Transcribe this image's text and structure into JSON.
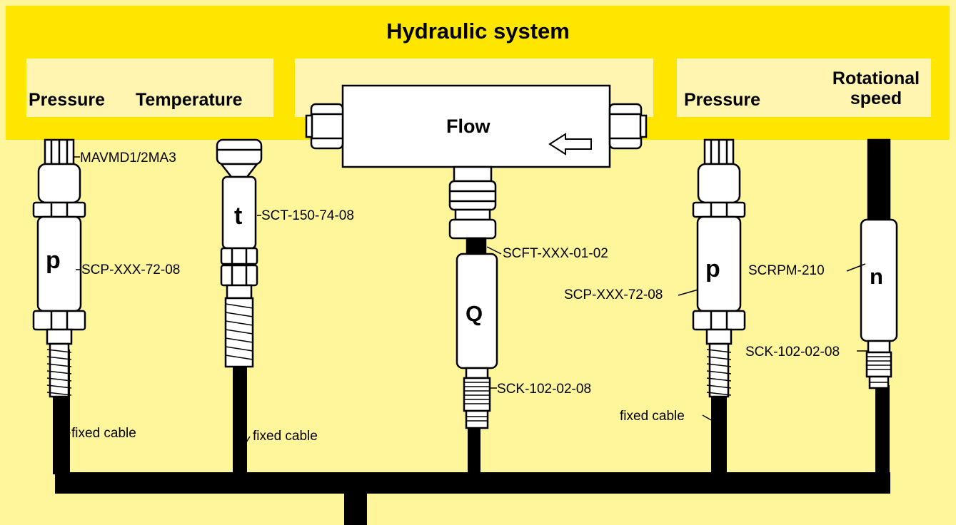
{
  "colors": {
    "banner": "#FFE600",
    "background": "#FFF59A",
    "panel": "#FFF5B0",
    "cable": "#000000",
    "sensor_body": "#ffffff"
  },
  "header": {
    "title": "Hydraulic system"
  },
  "panels": {
    "left": {
      "label_pressure": "Pressure",
      "label_temperature": "Temperature"
    },
    "center": {
      "label_flow": "Flow"
    },
    "right": {
      "label_pressure": "Pressure",
      "label_rotational": "Rotational",
      "label_speed": "speed"
    }
  },
  "sensors": {
    "pressure_left": {
      "symbol": "p",
      "adapter": "MAVMD1/2MA3",
      "part": "SCP-XXX-72-08",
      "cable": "fixed cable"
    },
    "temperature": {
      "symbol": "t",
      "part": "SCT-150-74-08",
      "cable": "fixed cable"
    },
    "flow": {
      "symbol": "Q",
      "part": "SCFT-XXX-01-02",
      "connector": "SCK-102-02-08"
    },
    "pressure_right": {
      "symbol": "p",
      "part": "SCP-XXX-72-08",
      "cable": "fixed cable"
    },
    "speed": {
      "symbol": "n",
      "part": "SCRPM-210",
      "connector": "SCK-102-02-08"
    }
  },
  "icons": {
    "flow_direction": "arrow-left-icon"
  }
}
